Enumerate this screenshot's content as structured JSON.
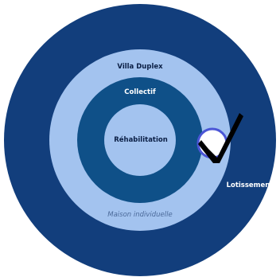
{
  "diagram": {
    "rings": {
      "outer": {
        "label": "Lotissement",
        "color": "#123e7c",
        "label_color": "#ffffff"
      },
      "second": {
        "label": "Villa Duplex",
        "label_color": "#0b1f45",
        "color": "#a3c3ef"
      },
      "third": {
        "label": "Collectif",
        "label_color": "#ffffff",
        "color": "#0f5088"
      },
      "core": {
        "label": "Réhabilitation",
        "label_color": "#0b1f45",
        "color": "#a3c3ef"
      },
      "lower_label": {
        "label": "Maison individuelle",
        "label_color": "#4b6a9a"
      }
    },
    "marker": {
      "icon": "checkmark-icon",
      "circle_color": "#ffffff",
      "circle_stroke": "#4a55d6",
      "check_color": "#000000"
    }
  }
}
